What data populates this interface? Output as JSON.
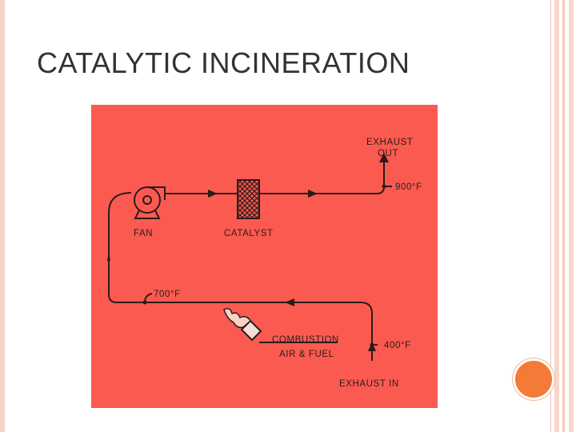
{
  "slide": {
    "title": "CATALYTIC INCINERATION"
  },
  "diagram": {
    "fan_label": "FAN",
    "catalyst_label": "CATALYST",
    "exhaust_out_line1": "EXHAUST",
    "exhaust_out_line2": "OUT",
    "temp_outlet": "900°F",
    "temp_return": "700°F",
    "combustion_line1": "COMBUSTION",
    "combustion_line2": "AIR & FUEL",
    "temp_inlet": "400°F",
    "exhaust_in_label": "EXHAUST IN"
  },
  "colors": {
    "panel_background": "#fb5a50",
    "line": "#2a1c1c",
    "accent_circle": "#f47a37",
    "frame": "#f6d3c6"
  }
}
